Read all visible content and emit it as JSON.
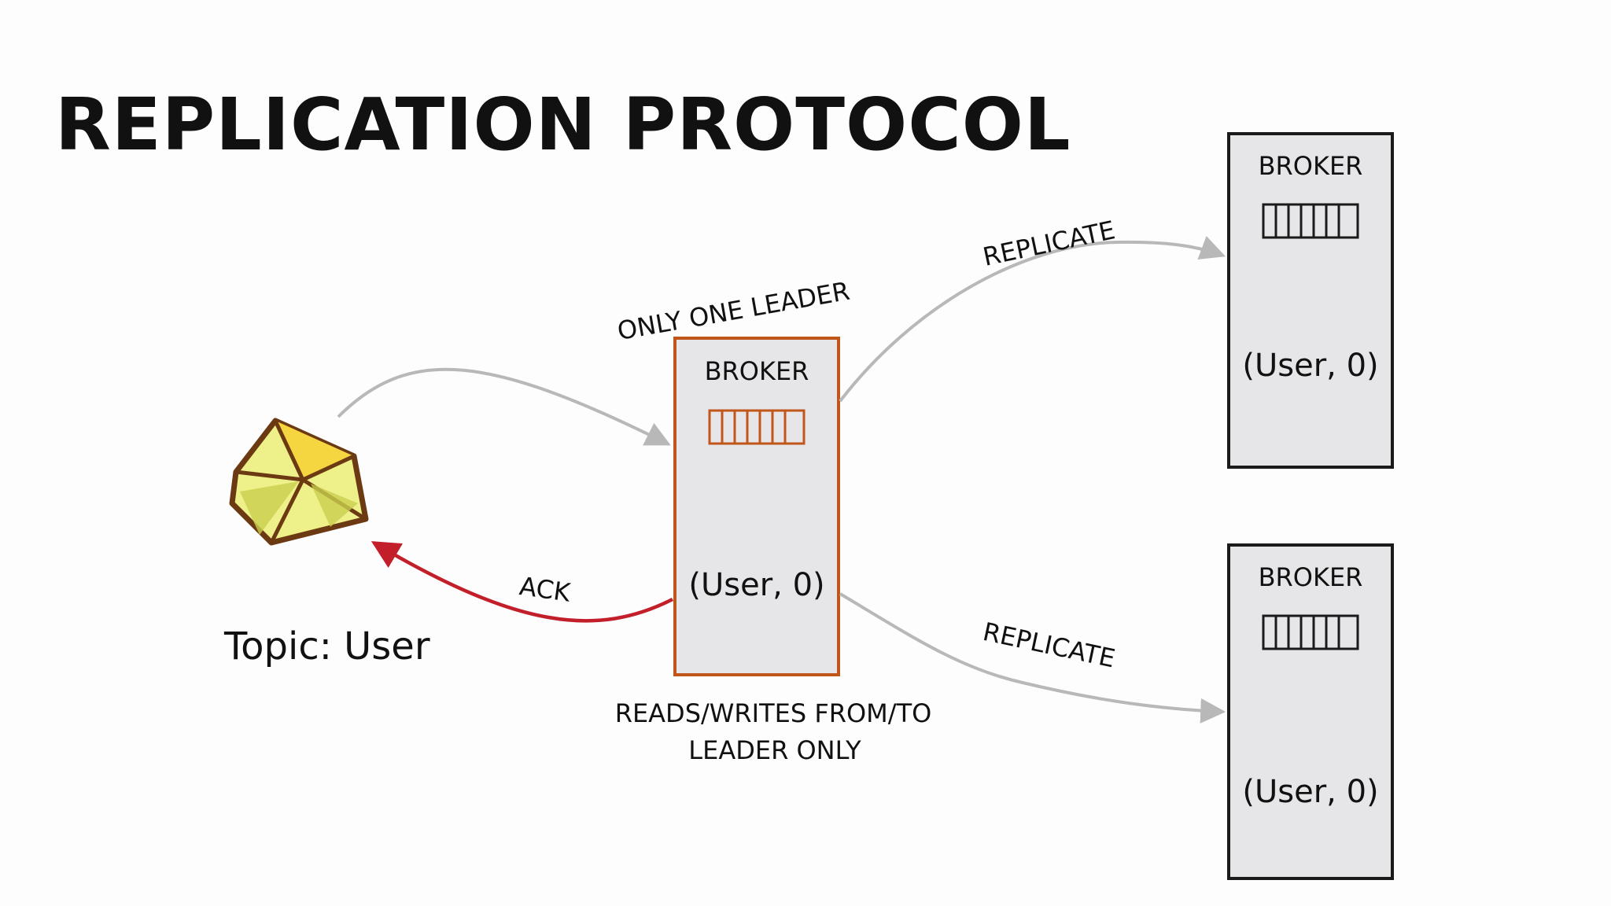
{
  "title": "REPLICATION PROTOCOL",
  "topic_label": "Topic: User",
  "ack_label": "ACK",
  "leader": {
    "note": "ONLY ONE LEADER",
    "broker_label": "BROKER",
    "record": "(User, 0)",
    "footnote_line1": "READS/WRITES FROM/TO",
    "footnote_line2": "LEADER ONLY"
  },
  "followers": [
    {
      "broker_label": "BROKER",
      "record": "(User, 0)",
      "arrow_label": "REPLICATE"
    },
    {
      "broker_label": "BROKER",
      "record": "(User, 0)",
      "arrow_label": "REPLICATE"
    }
  ],
  "colors": {
    "leader_border": "#c0561a",
    "follower_border": "#1a1a1a",
    "box_fill": "#e6e6e8",
    "arrow_gray": "#b8b8b8",
    "ack_red": "#c21f2a",
    "envelope_yellow": "#eef08a",
    "envelope_outline": "#6b3a12"
  },
  "icons": {
    "message": "envelope-icon",
    "partition": "partition-log-icon"
  }
}
